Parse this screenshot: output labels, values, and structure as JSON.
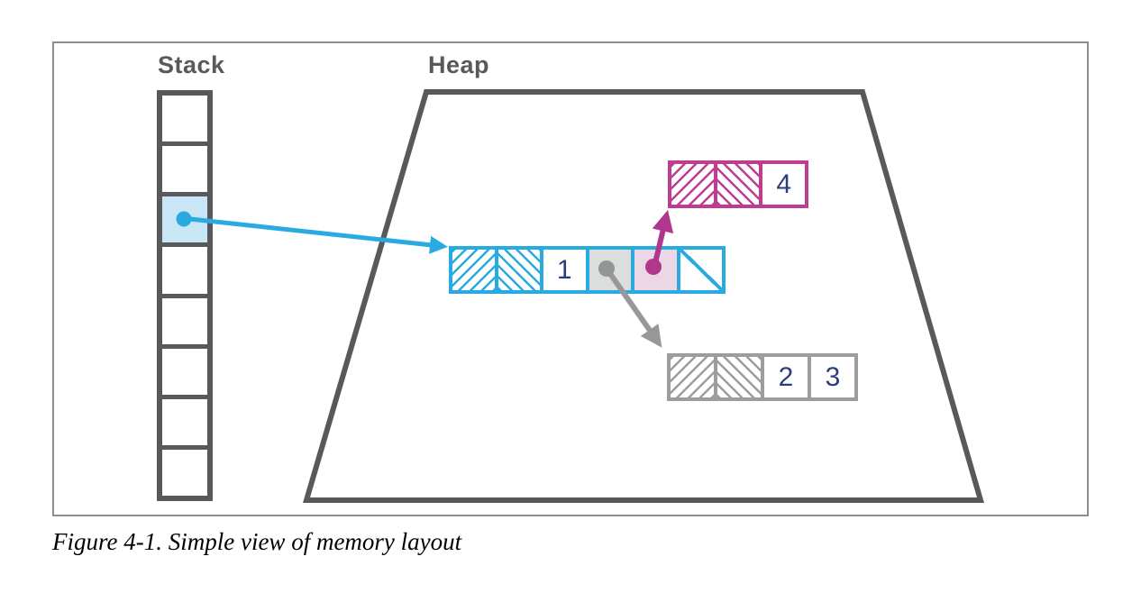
{
  "figure": {
    "caption": "Figure 4-1. Simple view of memory layout"
  },
  "stack": {
    "label": "Stack",
    "cell_count": 8,
    "pointer_cell_index": 3
  },
  "heap": {
    "label": "Heap",
    "blue_block": {
      "cells": [
        "hatch-forward",
        "hatch-back",
        "value",
        "gray-pointer-cell",
        "pink-pointer-cell",
        "diagonal-slash"
      ],
      "value": "1"
    },
    "magenta_block": {
      "cells": [
        "hatch-forward",
        "hatch-back",
        "value"
      ],
      "value": "4"
    },
    "gray_block": {
      "cells": [
        "hatch-forward",
        "hatch-back",
        "value",
        "value"
      ],
      "value_a": "2",
      "value_b": "3"
    }
  },
  "colors": {
    "outline_dark_gray": "#58595b",
    "figure_border_gray": "#8d8d8d",
    "pointer_blue": "#29abe2",
    "stack_highlight_blue": "#c8e6f6",
    "magenta": "#bf3d90",
    "pink_fill": "#ecd7e7",
    "gray": "#9b9da0",
    "gray_fill": "#dcdddd",
    "number_navy": "#2b3d7d"
  }
}
